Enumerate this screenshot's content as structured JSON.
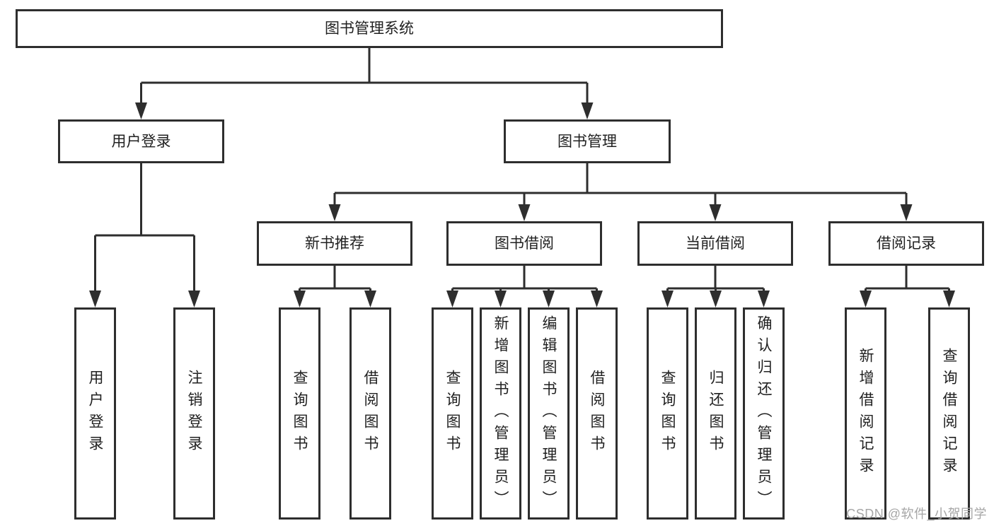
{
  "tree": {
    "label": "图书管理系统",
    "children": [
      {
        "label": "用户登录",
        "children": [
          {
            "label": "用户登录"
          },
          {
            "label": "注销登录"
          }
        ]
      },
      {
        "label": "图书管理",
        "children": [
          {
            "label": "新书推荐",
            "children": [
              {
                "label": "查询图书"
              },
              {
                "label": "借阅图书"
              }
            ]
          },
          {
            "label": "图书借阅",
            "children": [
              {
                "label": "查询图书"
              },
              {
                "label": "新增图书（管理员）"
              },
              {
                "label": "编辑图书（管理员）"
              },
              {
                "label": "借阅图书"
              }
            ]
          },
          {
            "label": "当前借阅",
            "children": [
              {
                "label": "查询图书"
              },
              {
                "label": "归还图书"
              },
              {
                "label": "确认归还（管理员）"
              }
            ]
          },
          {
            "label": "借阅记录",
            "children": [
              {
                "label": "新增借阅记录"
              },
              {
                "label": "查询借阅记录"
              }
            ]
          }
        ]
      }
    ]
  },
  "watermark": {
    "text": "CSDN @软件_小贺同学"
  },
  "colors": {
    "line": "#2e2e2e",
    "text": "#212121",
    "watermark": "#a6a6a6",
    "background": "#ffffff"
  }
}
